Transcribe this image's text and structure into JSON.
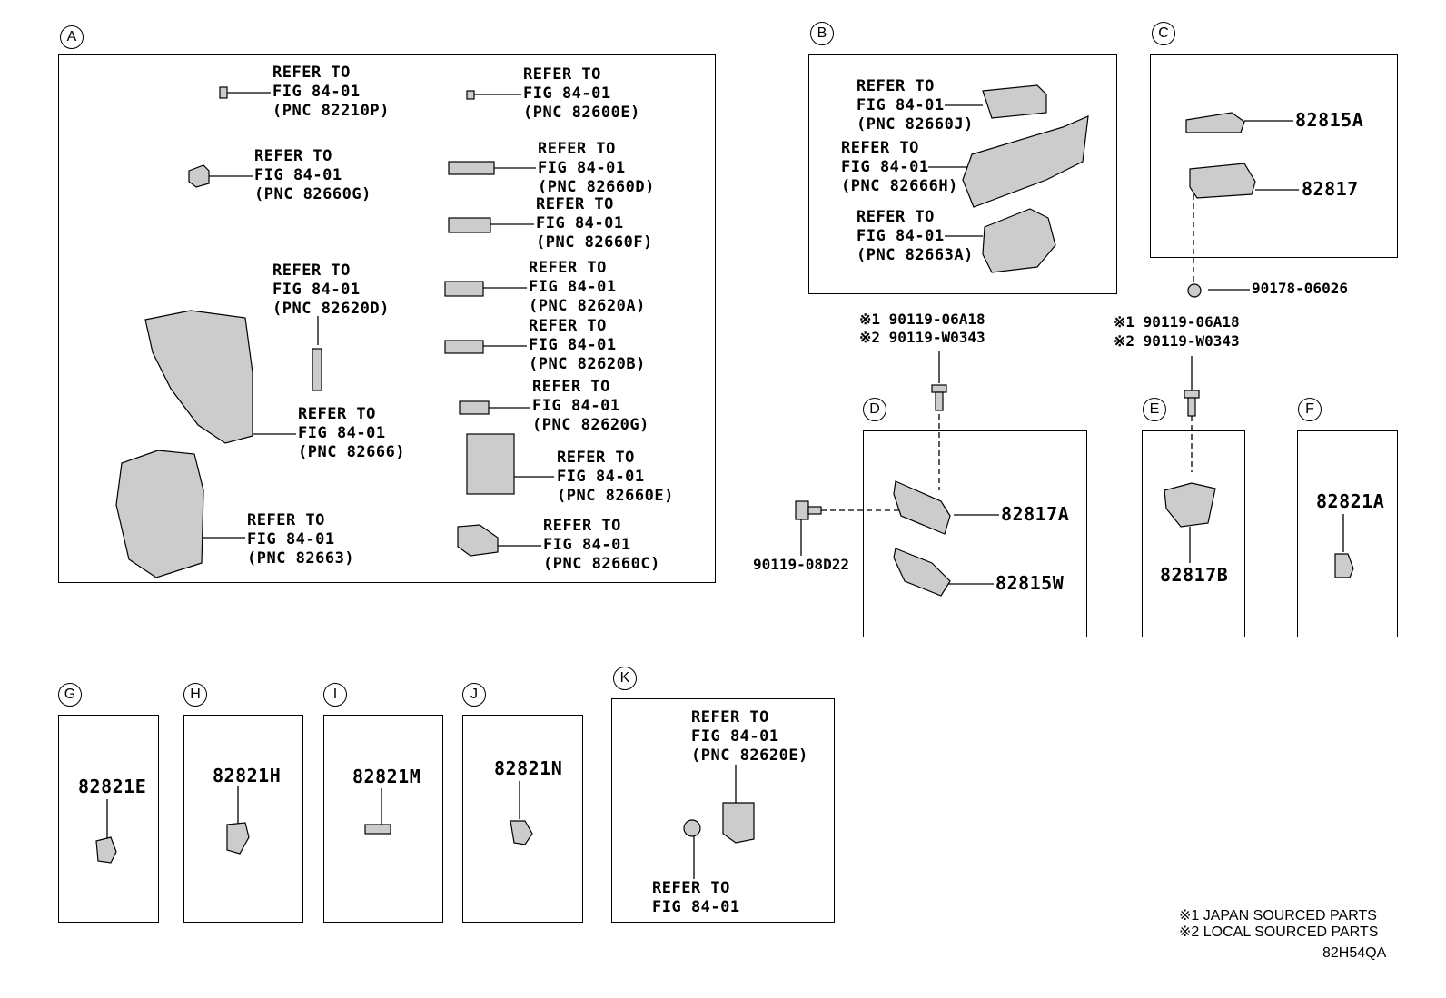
{
  "panels": {
    "A": {
      "letter": "A",
      "refs": [
        [
          "REFER TO",
          "FIG 84-01",
          "(PNC 82210P)"
        ],
        [
          "REFER TO",
          "FIG 84-01",
          "(PNC 82600E)"
        ],
        [
          "REFER TO",
          "FIG 84-01",
          "(PNC 82660G)"
        ],
        [
          "REFER TO",
          "FIG 84-01",
          "(PNC 82660D)"
        ],
        [
          "REFER TO",
          "FIG 84-01",
          "(PNC 82660F)"
        ],
        [
          "REFER TO",
          "FIG 84-01",
          "(PNC 82620D)"
        ],
        [
          "REFER TO",
          "FIG 84-01",
          "(PNC 82620A)"
        ],
        [
          "REFER TO",
          "FIG 84-01",
          "(PNC 82620B)"
        ],
        [
          "REFER TO",
          "FIG 84-01",
          "(PNC 82666)"
        ],
        [
          "REFER TO",
          "FIG 84-01",
          "(PNC 82620G)"
        ],
        [
          "REFER TO",
          "FIG 84-01",
          "(PNC 82660E)"
        ],
        [
          "REFER TO",
          "FIG 84-01",
          "(PNC 82663)"
        ],
        [
          "REFER TO",
          "FIG 84-01",
          "(PNC 82660C)"
        ]
      ]
    },
    "B": {
      "letter": "B",
      "refs": [
        [
          "REFER TO",
          "FIG 84-01",
          "(PNC 82660J)"
        ],
        [
          "REFER TO",
          "FIG 84-01",
          "(PNC 82666H)"
        ],
        [
          "REFER TO",
          "FIG 84-01",
          "(PNC 82663A)"
        ]
      ]
    },
    "C": {
      "letter": "C",
      "parts": [
        "82815A",
        "82817"
      ],
      "nut": "90178-06026",
      "bolt_1": "※1 90119-06A18",
      "bolt_2": "※2 90119-W0343"
    },
    "D": {
      "letter": "D",
      "parts": [
        "82817A",
        "82815W"
      ],
      "bolt": "90119-08D22",
      "bolt_1": "※1 90119-06A18",
      "bolt_2": "※2 90119-W0343"
    },
    "E": {
      "letter": "E",
      "part": "82817B"
    },
    "F": {
      "letter": "F",
      "part": "82821A"
    },
    "G": {
      "letter": "G",
      "part": "82821E"
    },
    "H": {
      "letter": "H",
      "part": "82821H"
    },
    "I": {
      "letter": "I",
      "part": "82821M"
    },
    "J": {
      "letter": "J",
      "part": "82821N"
    },
    "K": {
      "letter": "K",
      "ref1": [
        "REFER TO",
        "FIG 84-01",
        "(PNC 82620E)"
      ],
      "ref2": [
        "REFER TO",
        "FIG 84-01"
      ]
    }
  },
  "notes": {
    "n1": "※1 JAPAN SOURCED PARTS",
    "n2": "※2 LOCAL SOURCED PARTS",
    "code": "82H54QA"
  }
}
